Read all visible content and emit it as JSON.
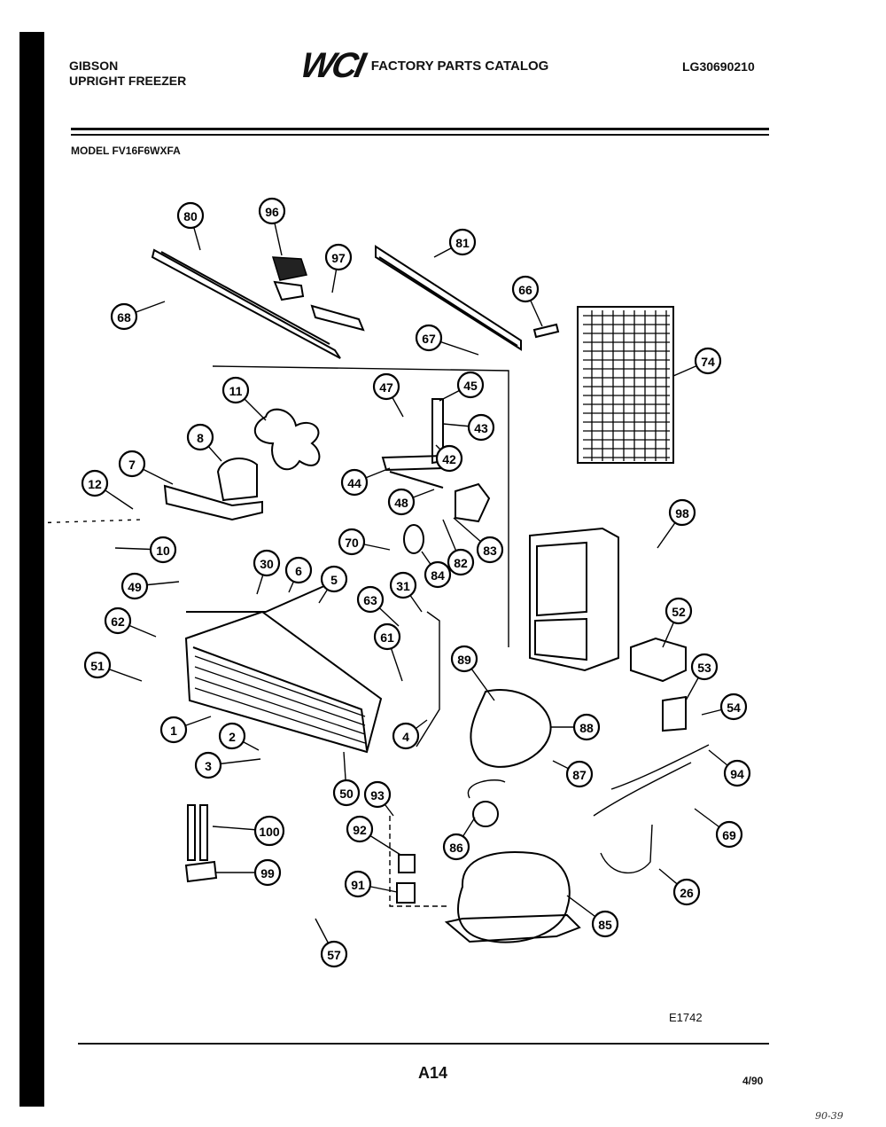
{
  "header": {
    "brand_line1": "GIBSON",
    "brand_line2": "UPRIGHT FREEZER",
    "logo": "WCI",
    "catalog_title": "FACTORY PARTS CATALOG",
    "catalog_number": "LG30690210",
    "model": "MODEL FV16F6WXFA"
  },
  "footer": {
    "figure_ref": "E1742",
    "page_number": "A14",
    "date": "4/90",
    "handwritten_note": "90-39"
  },
  "callouts": [
    {
      "label": "80"
    },
    {
      "label": "96"
    },
    {
      "label": "97"
    },
    {
      "label": "81"
    },
    {
      "label": "68"
    },
    {
      "label": "66"
    },
    {
      "label": "67"
    },
    {
      "label": "74"
    },
    {
      "label": "11"
    },
    {
      "label": "47"
    },
    {
      "label": "45"
    },
    {
      "label": "43"
    },
    {
      "label": "8"
    },
    {
      "label": "42"
    },
    {
      "label": "7"
    },
    {
      "label": "12"
    },
    {
      "label": "44"
    },
    {
      "label": "48"
    },
    {
      "label": "98"
    },
    {
      "label": "83"
    },
    {
      "label": "70"
    },
    {
      "label": "82"
    },
    {
      "label": "84"
    },
    {
      "label": "10"
    },
    {
      "label": "30"
    },
    {
      "label": "6"
    },
    {
      "label": "5"
    },
    {
      "label": "49"
    },
    {
      "label": "31"
    },
    {
      "label": "63"
    },
    {
      "label": "52"
    },
    {
      "label": "62"
    },
    {
      "label": "61"
    },
    {
      "label": "89"
    },
    {
      "label": "51"
    },
    {
      "label": "53"
    },
    {
      "label": "54"
    },
    {
      "label": "1"
    },
    {
      "label": "2"
    },
    {
      "label": "4"
    },
    {
      "label": "88"
    },
    {
      "label": "3"
    },
    {
      "label": "87"
    },
    {
      "label": "94"
    },
    {
      "label": "50"
    },
    {
      "label": "93"
    },
    {
      "label": "100"
    },
    {
      "label": "92"
    },
    {
      "label": "86"
    },
    {
      "label": "69"
    },
    {
      "label": "99"
    },
    {
      "label": "26"
    },
    {
      "label": "91"
    },
    {
      "label": "85"
    },
    {
      "label": "57"
    }
  ]
}
